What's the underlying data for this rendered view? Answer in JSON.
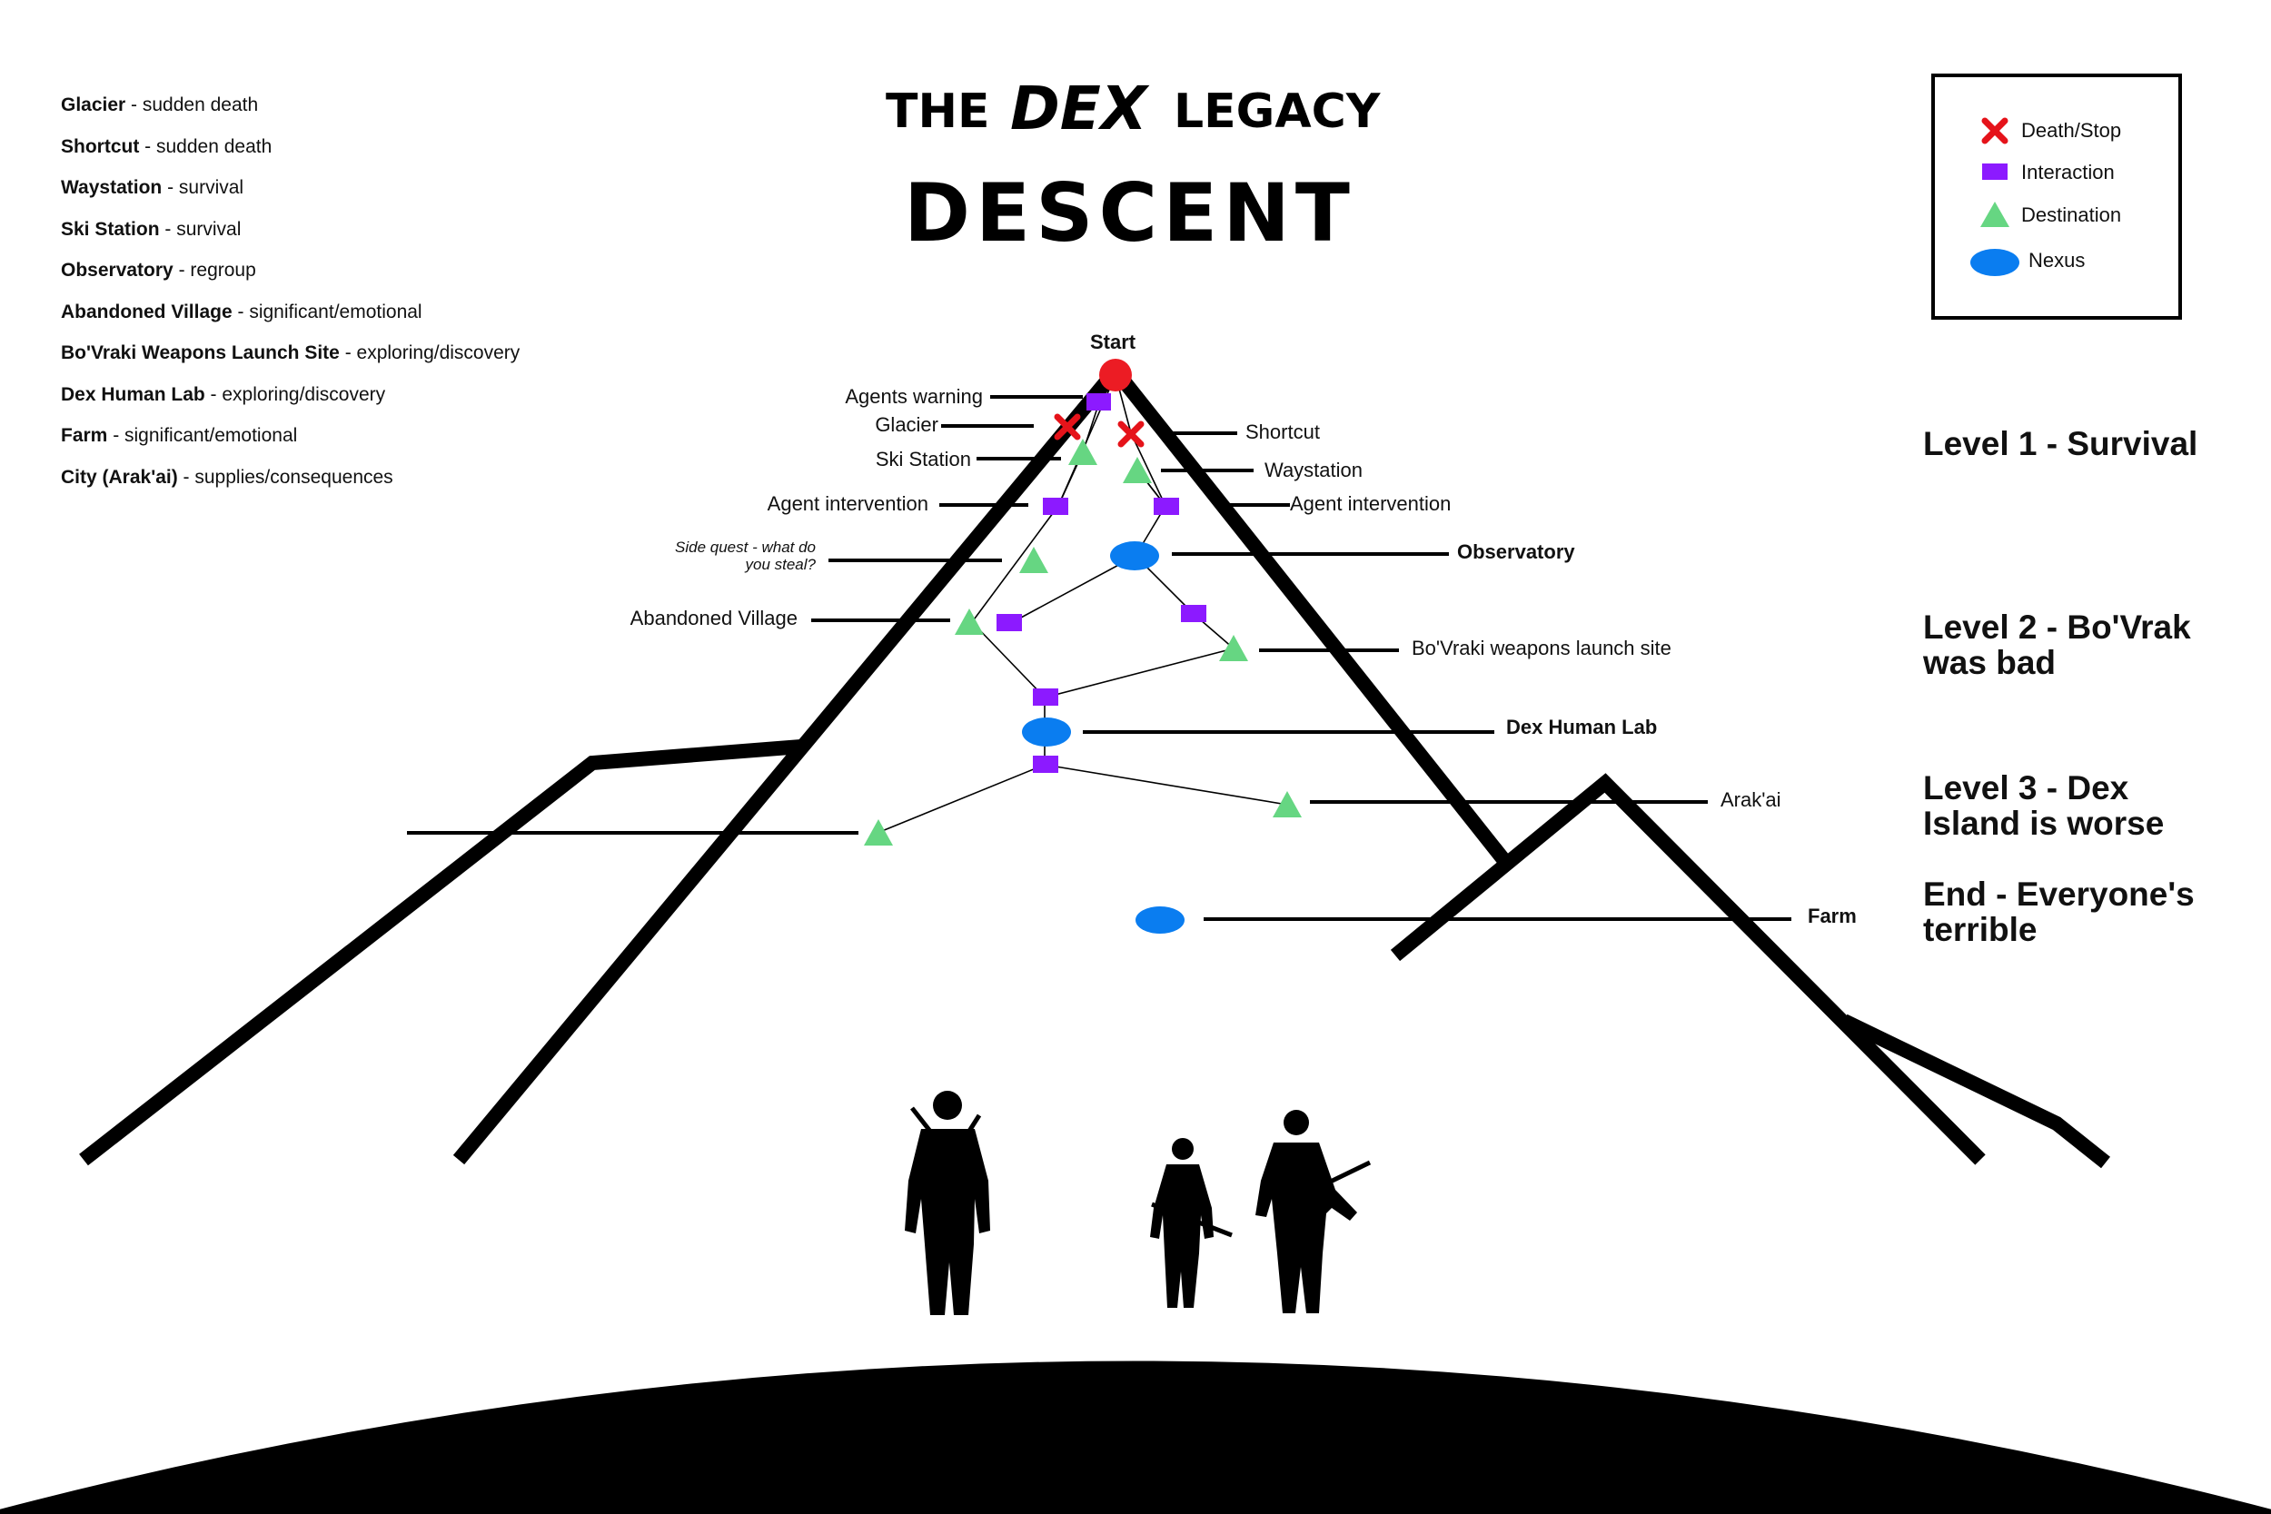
{
  "title": {
    "the": "THE",
    "dex": "DEX",
    "legacy": "LEGACY",
    "subtitle": "DESCENT"
  },
  "location_list": [
    {
      "name": "Glacier",
      "desc": " - sudden death"
    },
    {
      "name": "Shortcut",
      "desc": " - sudden death"
    },
    {
      "name": "Waystation",
      "desc": " - survival"
    },
    {
      "name": "Ski Station",
      "desc": " - survival"
    },
    {
      "name": "Observatory",
      "desc": " - regroup"
    },
    {
      "name": "Abandoned Village",
      "desc": " - significant/emotional"
    },
    {
      "name": "Bo'Vraki Weapons Launch Site",
      "desc": " - exploring/discovery"
    },
    {
      "name": "Dex Human Lab",
      "desc": " - exploring/discovery"
    },
    {
      "name": "Farm",
      "desc": " - significant/emotional"
    },
    {
      "name": "City (Arak'ai)",
      "desc": " - supplies/consequences"
    }
  ],
  "legend": {
    "death": "Death/Stop",
    "interaction": "Interaction",
    "destination": "Destination",
    "nexus": "Nexus",
    "colors": {
      "death": "#e5131a",
      "interaction": "#8c1aff",
      "destination": "#66d682",
      "nexus": "#0a7df0"
    }
  },
  "nodes": {
    "start": "Start",
    "agents_warning": "Agents warning",
    "glacier": "Glacier",
    "ski_station": "Ski Station",
    "shortcut": "Shortcut",
    "waystation": "Waystation",
    "agent_intervention_left": "Agent intervention",
    "agent_intervention_right": "Agent intervention",
    "side_quest_line1": "Side quest - what do",
    "side_quest_line2": "you steal?",
    "observatory": "Observatory",
    "abandoned_village": "Abandoned Village",
    "bovraki_site": "Bo'Vraki weapons launch site",
    "dex_human_lab": "Dex Human Lab",
    "arakai": "Arak'ai",
    "farm": "Farm"
  },
  "levels": {
    "level1": "Level 1 - Survival",
    "level2_line1": "Level 2 - Bo'Vrak",
    "level2_line2": "was bad",
    "level3_line1": "Level 3 - Dex",
    "level3_line2": "Island is worse",
    "end_line1": "End - Everyone's",
    "end_line2": "terrible"
  }
}
